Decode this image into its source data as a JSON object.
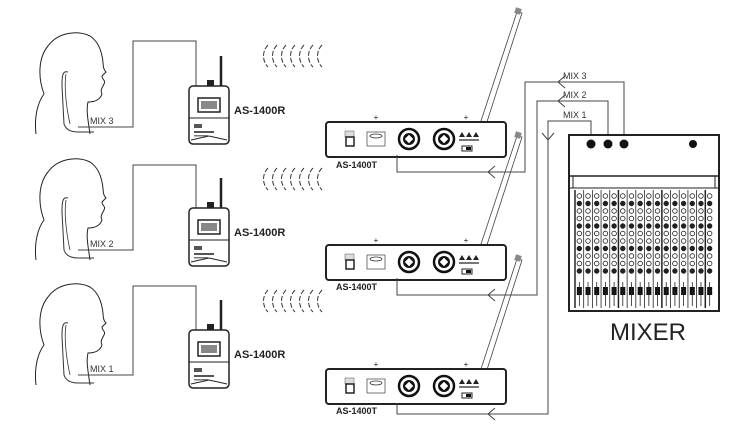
{
  "diagram": {
    "title": "In-ear monitor system wiring",
    "receivers": [
      {
        "model": "AS-1400R",
        "mix": "MIX 3"
      },
      {
        "model": "AS-1400R",
        "mix": "MIX 2"
      },
      {
        "model": "AS-1400R",
        "mix": "MIX 1"
      }
    ],
    "transmitters": [
      {
        "model": "AS-1400T",
        "mix": "MIX 3"
      },
      {
        "model": "AS-1400T",
        "mix": "MIX 2"
      },
      {
        "model": "AS-1400T",
        "mix": "MIX 1"
      }
    ],
    "bus_labels": [
      "MIX 3",
      "MIX 2",
      "MIX 1"
    ],
    "mixer": {
      "label": "MIXER",
      "channels": 16,
      "aux_outputs": 3
    },
    "colors": {
      "line": "#444444",
      "device_fill": "#ffffff",
      "device_stroke": "#222222",
      "dark": "#111111"
    }
  }
}
